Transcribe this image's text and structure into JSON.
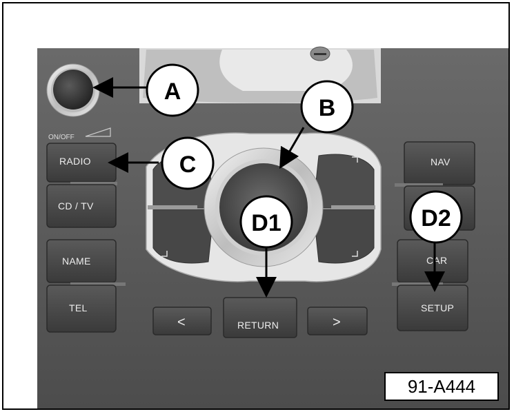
{
  "panel": {
    "on_off_label": "ON/OFF",
    "buttons": {
      "radio": "RADIO",
      "cd_tv": "CD / TV",
      "name": "NAME",
      "tel": "TEL",
      "nav": "NAV",
      "car": "CAR",
      "setup": "SETUP",
      "return": "RETURN",
      "prev_glyph": "<",
      "next_glyph": ">"
    }
  },
  "callouts": {
    "a": "A",
    "b": "B",
    "c": "C",
    "d1": "D1",
    "d2": "D2"
  },
  "reference_code": "91-A444"
}
